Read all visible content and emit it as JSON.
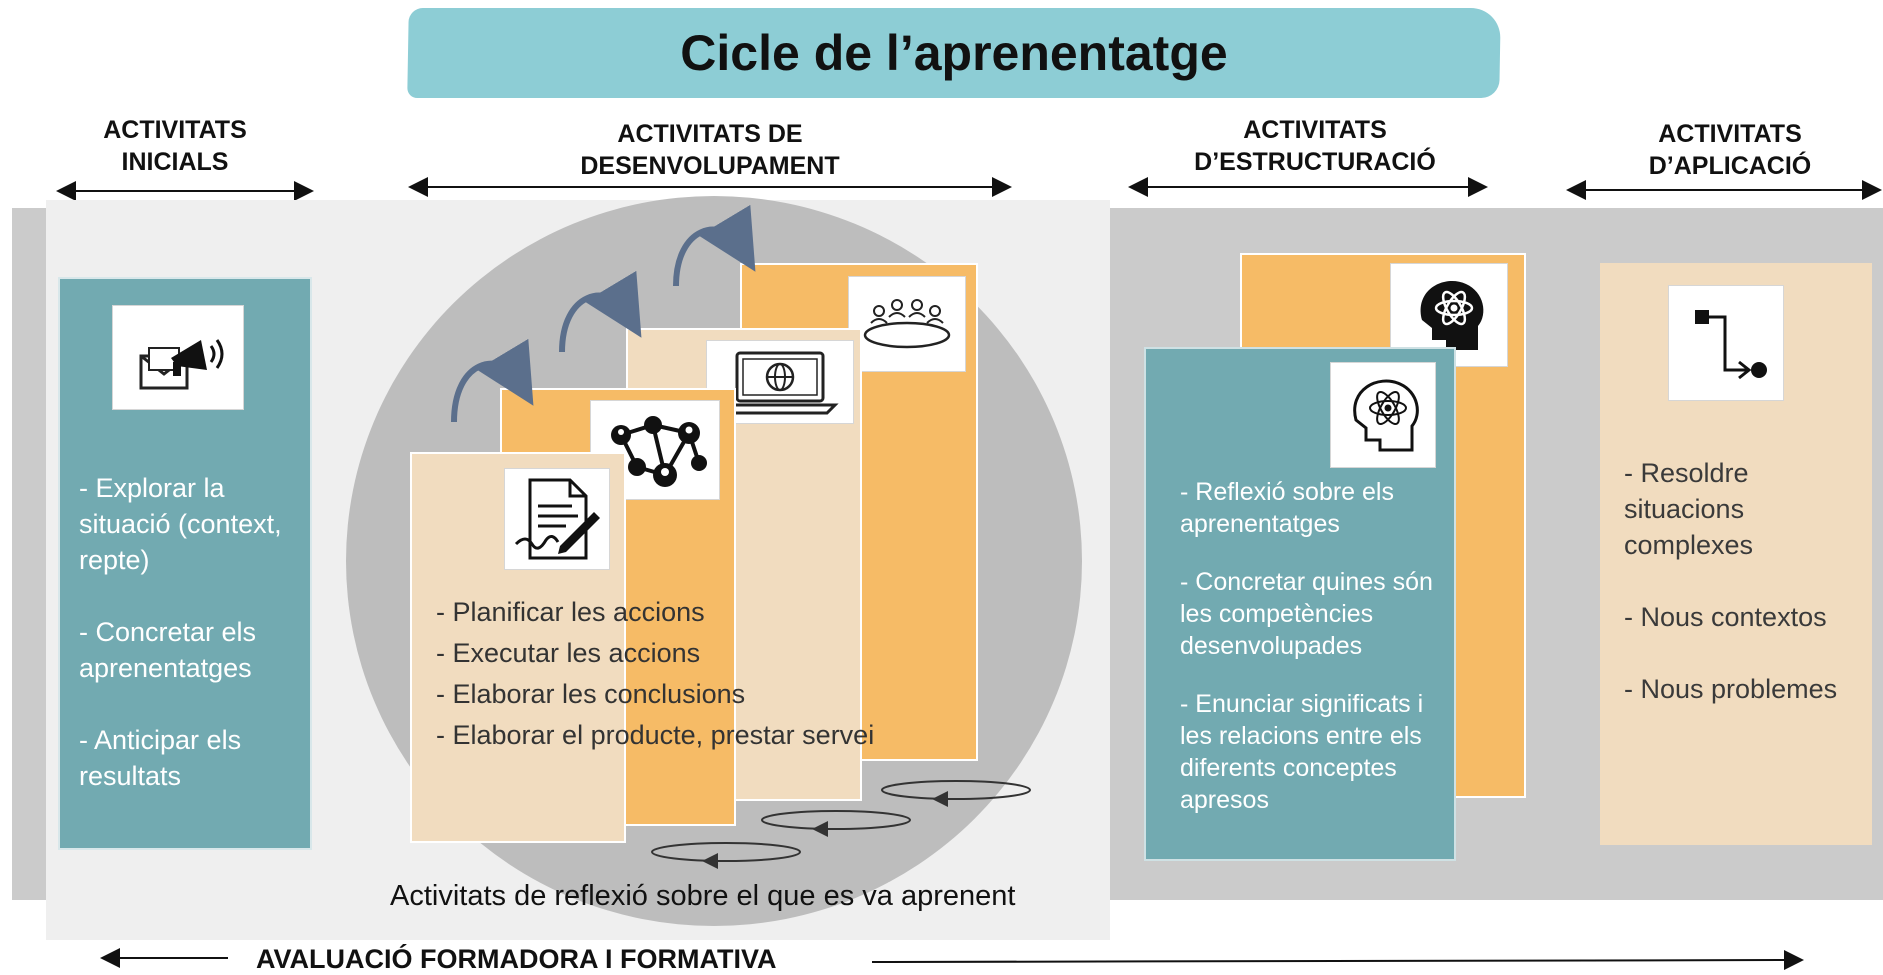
{
  "title": "Cicle de l’aprenentatge",
  "phases": {
    "inicials": "ACTIVITATS\nINICIALS",
    "desenvolupament": "ACTIVITATS DE\nDESENVOLUPAMENT",
    "estructuracio": "ACTIVITATS\nD’ESTRUCTURACIÓ",
    "aplicacio": "ACTIVITATS\nD’APLICACIÓ"
  },
  "inicials": {
    "items": [
      "- Explorar la situació (context, repte)",
      "- Concretar els aprenentatges",
      "- Anticipar els resultats"
    ],
    "icon": "mail-megaphone-icon"
  },
  "desenvolupament": {
    "items": [
      "- Planificar les accions",
      "- Executar les accions",
      "- Elaborar les conclusions",
      "- Elaborar el producte, prestar servei"
    ],
    "icons": [
      "document-signature-icon",
      "network-people-icon",
      "laptop-globe-icon",
      "meeting-table-icon"
    ],
    "reflexio": "Activitats de reflexió sobre el que es va aprenent"
  },
  "estructuracio": {
    "items": [
      "- Reflexió sobre els aprenentatges",
      "- Concretar quines són les competències desenvolupades",
      "- Enunciar significats i les relacions entre els diferents conceptes apresos"
    ],
    "icons": [
      "brain-atom-icon",
      "head-atom-icon"
    ]
  },
  "aplicacio": {
    "items": [
      "- Resoldre situacions complexes",
      "- Nous contextos",
      "- Nous problemes"
    ],
    "icon": "flow-step-icon"
  },
  "avaluacio": "AVALUACIÓ FORMADORA I FORMATIVA",
  "colors": {
    "teal": "#72aab1",
    "orange": "#f6bb66",
    "beige": "#f1dcbf",
    "title_banner": "#8dcdd5",
    "band_grey": "#cbcbcb",
    "arrow_blue": "#5b6f8c"
  }
}
